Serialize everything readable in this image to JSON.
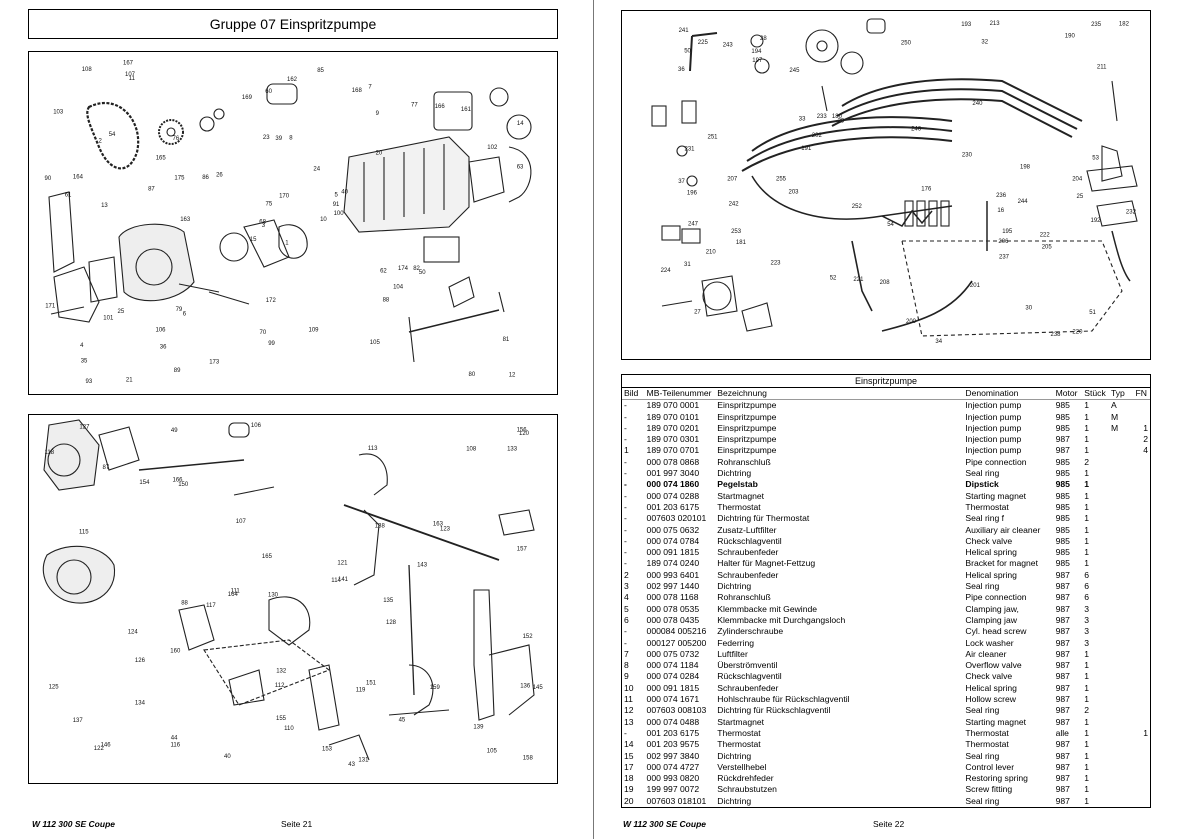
{
  "left_page": {
    "group_title": "Gruppe 07 Einspritzpumpe",
    "footer_model": "W 112 300 SE  Coupe",
    "footer_page": "Seite 21"
  },
  "right_page": {
    "footer_model": "W 112 300 SE  Coupe",
    "footer_page": "Seite 22"
  },
  "parts_table": {
    "title": "Einspritzpumpe",
    "headers": [
      "Bild",
      "MB-Teilenummer",
      "Bezeichnung",
      "Denomination",
      "Motor",
      "Stück",
      "Typ",
      "FN"
    ],
    "rows": [
      [
        "-",
        "189 070 0001",
        "Einspritzpumpe",
        "Injection pump",
        "985",
        "1",
        "A",
        ""
      ],
      [
        "-",
        "189 070 0101",
        "Einspritzpumpe",
        "Injection pump",
        "985",
        "1",
        "M",
        ""
      ],
      [
        "-",
        "189 070 0201",
        "Einspritzpumpe",
        "Injection pump",
        "985",
        "1",
        "M",
        "1"
      ],
      [
        "-",
        "189 070 0301",
        "Einspritzpumpe",
        "Injection pump",
        "987",
        "1",
        "",
        "2"
      ],
      [
        "1",
        "189 070 0701",
        "Einspritzpumpe",
        "Injection pump",
        "987",
        "1",
        "",
        "4"
      ],
      [
        "-",
        "000 078 0868",
        "Rohranschluß",
        "Pipe connection",
        "985",
        "2",
        "",
        ""
      ],
      [
        "-",
        "001 997 3040",
        "Dichtring",
        "Seal ring",
        "985",
        "1",
        "",
        ""
      ],
      [
        "-",
        "000 074 1860",
        "Pegelstab",
        "Dipstick",
        "985",
        "1",
        "",
        ""
      ],
      [
        "-",
        "000 074 0288",
        "Startmagnet",
        "Starting magnet",
        "985",
        "1",
        "",
        ""
      ],
      [
        "-",
        "001 203 6175",
        "Thermostat",
        "Thermostat",
        "985",
        "1",
        "",
        ""
      ],
      [
        "-",
        "007603 020101",
        "Dichtring für Thermostat",
        "Seal ring f",
        "985",
        "1",
        "",
        ""
      ],
      [
        "-",
        "000 075 0632",
        "Zusatz-Luftfilter",
        "Auxiliary air cleaner",
        "985",
        "1",
        "",
        ""
      ],
      [
        "-",
        "000 074 0784",
        "Rückschlagventil",
        "Check valve",
        "985",
        "1",
        "",
        ""
      ],
      [
        "-",
        "000 091 1815",
        "Schraubenfeder",
        "Helical spring",
        "985",
        "1",
        "",
        ""
      ],
      [
        "-",
        "189 074 0240",
        "Halter für Magnet-Fettzug",
        "Bracket for magnet",
        "985",
        "1",
        "",
        ""
      ],
      [
        "2",
        "000 993 6401",
        "Schraubenfeder",
        "Helical spring",
        "987",
        "6",
        "",
        ""
      ],
      [
        "3",
        "002 997 1440",
        "Dichtring",
        "Seal ring",
        "987",
        "6",
        "",
        ""
      ],
      [
        "4",
        "000 078 1168",
        "Rohranschluß",
        "Pipe connection",
        "987",
        "6",
        "",
        ""
      ],
      [
        "5",
        "000 078 0535",
        "Klemmbacke mit Gewinde",
        "Clamping jaw,",
        "987",
        "3",
        "",
        ""
      ],
      [
        "6",
        "000 078 0435",
        "Klemmbacke mit Durchgangsloch",
        "Clamping jaw",
        "987",
        "3",
        "",
        ""
      ],
      [
        "-",
        "000084 005216",
        "Zylinderschraube",
        "Cyl. head screw",
        "987",
        "3",
        "",
        ""
      ],
      [
        "-",
        "000127 005200",
        "Federring",
        "Lock washer",
        "987",
        "3",
        "",
        ""
      ],
      [
        "7",
        "000 075 0732",
        "Luftfilter",
        "Air cleaner",
        "987",
        "1",
        "",
        ""
      ],
      [
        "8",
        "000 074 1184",
        "Überströmventil",
        "Overflow valve",
        "987",
        "1",
        "",
        ""
      ],
      [
        "9",
        "000 074 0284",
        "Rückschlagventil",
        "Check valve",
        "987",
        "1",
        "",
        ""
      ],
      [
        "10",
        "000 091 1815",
        "Schraubenfeder",
        "Helical spring",
        "987",
        "1",
        "",
        ""
      ],
      [
        "11",
        "000 074 1671",
        "Hohlschraube für Rückschlagventil",
        "Hollow screw",
        "987",
        "1",
        "",
        ""
      ],
      [
        "12",
        "007603 008103",
        "Dichtring für Rückschlagventil",
        "Seal ring",
        "987",
        "2",
        "",
        ""
      ],
      [
        "13",
        "000 074 0488",
        "Startmagnet",
        "Starting magnet",
        "987",
        "1",
        "",
        ""
      ],
      [
        "-",
        "001 203 6175",
        "Thermostat",
        "Thermostat",
        "alle",
        "1",
        "",
        "1"
      ],
      [
        "14",
        "001 203 9575",
        "Thermostat",
        "Thermostat",
        "987",
        "1",
        "",
        ""
      ],
      [
        "15",
        "002 997 3840",
        "Dichtring",
        "Seal ring",
        "987",
        "1",
        "",
        ""
      ],
      [
        "17",
        "000 074 4727",
        "Verstellhebel",
        "Control lever",
        "987",
        "1",
        "",
        ""
      ],
      [
        "18",
        "000 993 0820",
        "Rückdrehfeder",
        "Restoring spring",
        "987",
        "1",
        "",
        ""
      ],
      [
        "19",
        "199 997 0072",
        "Schraubstutzen",
        "Screw fitting",
        "987",
        "1",
        "",
        ""
      ],
      [
        "20",
        "007603 018101",
        "Dichtring",
        "Seal ring",
        "987",
        "1",
        "",
        ""
      ]
    ]
  },
  "figure_labels": {
    "fig_pump": [
      "1",
      "2",
      "3",
      "4",
      "5",
      "6",
      "7",
      "8",
      "9",
      "10",
      "11",
      "12",
      "13",
      "14",
      "15",
      "20",
      "21",
      "23",
      "24",
      "25",
      "26",
      "35",
      "36",
      "39",
      "40",
      "50",
      "54",
      "60",
      "61",
      "62",
      "63",
      "68",
      "70",
      "75",
      "76",
      "77",
      "79",
      "80",
      "81",
      "82",
      "85",
      "86",
      "87",
      "88",
      "89",
      "90",
      "91",
      "93",
      "99",
      "100",
      "101",
      "102",
      "103",
      "104",
      "105",
      "106",
      "107",
      "108",
      "109",
      "161",
      "162",
      "163",
      "164",
      "165",
      "166",
      "167",
      "168",
      "169",
      "170",
      "171",
      "172",
      "173",
      "174",
      "175"
    ],
    "fig_lines": [
      "16",
      "25",
      "27",
      "28",
      "29",
      "30",
      "31",
      "32",
      "33",
      "34",
      "36",
      "37",
      "50",
      "51",
      "52",
      "53",
      "54",
      "176",
      "180",
      "181",
      "182",
      "190",
      "191",
      "192",
      "193",
      "194",
      "195",
      "196",
      "197",
      "198",
      "200",
      "201",
      "202",
      "203",
      "204",
      "205",
      "206",
      "207",
      "208",
      "210",
      "211",
      "213",
      "220",
      "221",
      "222",
      "223",
      "224",
      "225",
      "230",
      "231",
      "232",
      "233",
      "235",
      "236",
      "237",
      "238",
      "240",
      "241",
      "242",
      "243",
      "244",
      "245",
      "246",
      "247",
      "250",
      "251",
      "252",
      "253",
      "255"
    ],
    "fig_linkage": [
      "40",
      "43",
      "44",
      "45",
      "49",
      "87",
      "88",
      "105",
      "106",
      "107",
      "108",
      "110",
      "111",
      "112",
      "113",
      "114",
      "115",
      "116",
      "117",
      "118",
      "119",
      "120",
      "121",
      "122",
      "123",
      "124",
      "125",
      "126",
      "127",
      "128",
      "130",
      "131",
      "132",
      "133",
      "134",
      "135",
      "136",
      "137",
      "138",
      "139",
      "141",
      "143",
      "145",
      "146",
      "150",
      "151",
      "152",
      "153",
      "154",
      "155",
      "156",
      "157",
      "158",
      "159",
      "160",
      "163",
      "164",
      "165",
      "166"
    ]
  }
}
